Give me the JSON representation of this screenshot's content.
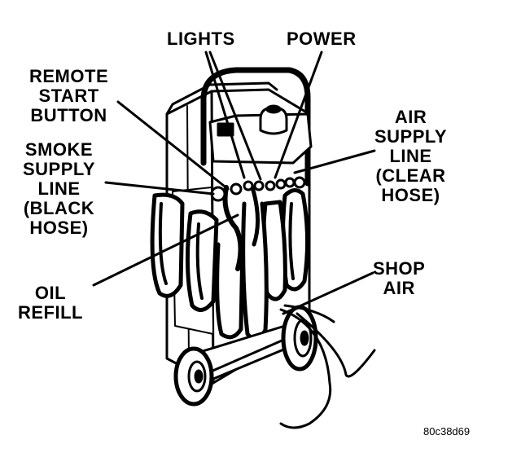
{
  "labels": {
    "lights": "LIGHTS",
    "power": "POWER",
    "remote_start": "REMOTE\nSTART\nBUTTON",
    "air_supply": "AIR\nSUPPLY\nLINE\n(CLEAR\nHOSE)",
    "smoke_supply": "SMOKE\nSUPPLY\nLINE\n(BLACK\nHOSE)",
    "oil_refill": "OIL\nREFILL",
    "shop_air": "SHOP\nAIR"
  },
  "figure_code": "80c38d69"
}
